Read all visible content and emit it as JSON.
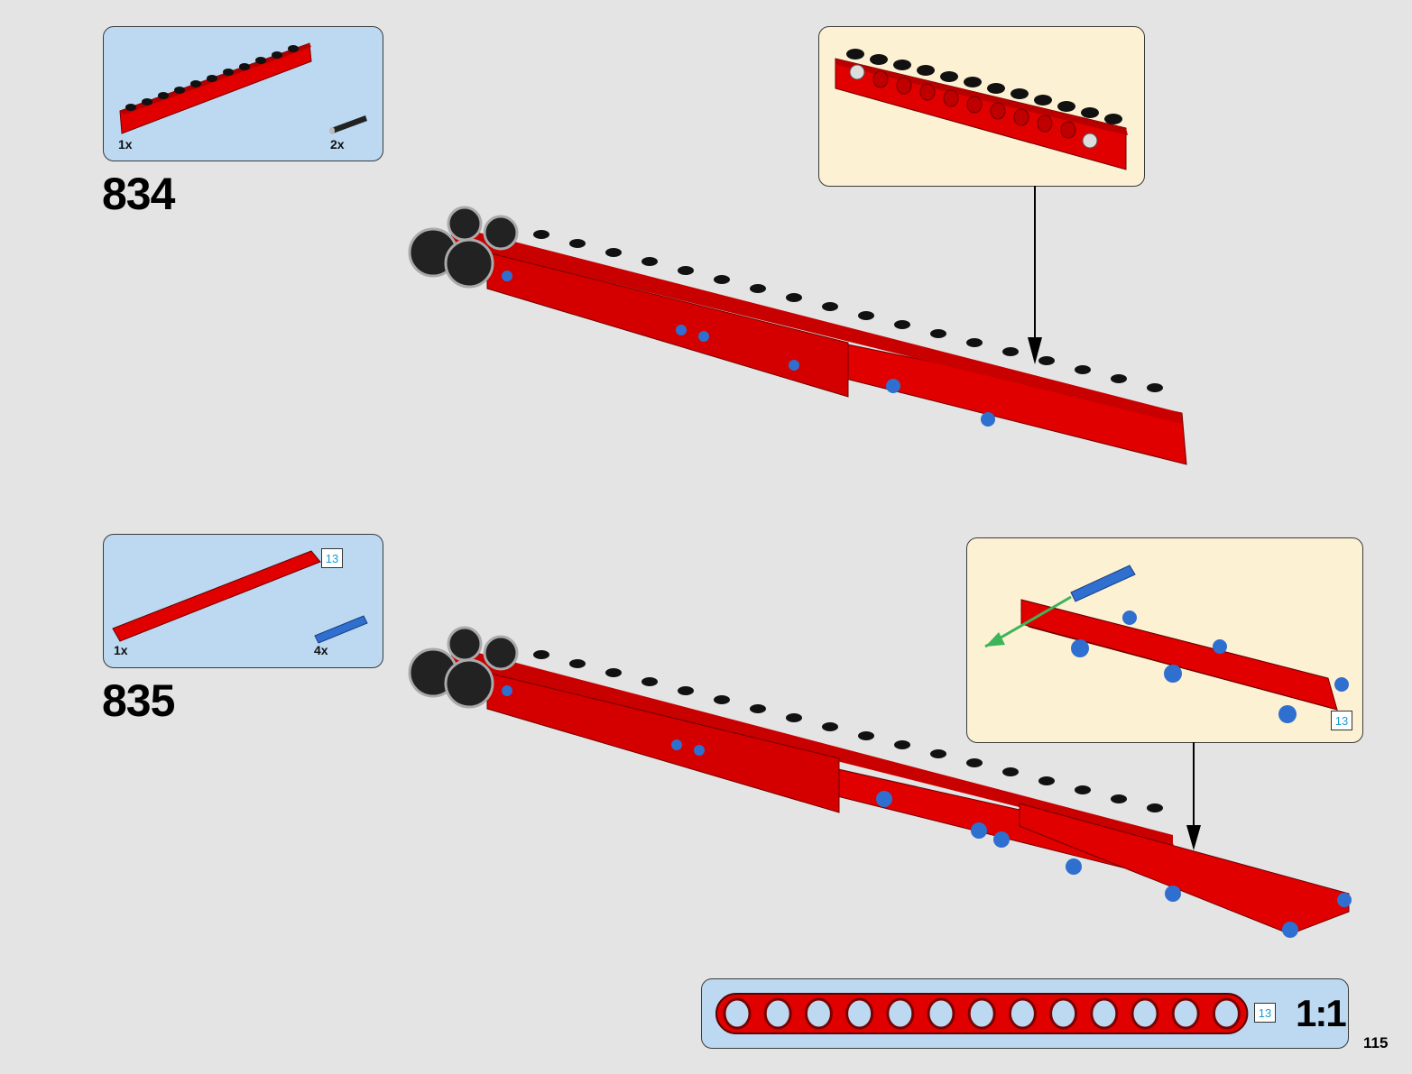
{
  "page": {
    "number": "115"
  },
  "steps": [
    {
      "number": "834",
      "parts": [
        {
          "name": "red-technic-brick-1x12",
          "quantity": "1x"
        },
        {
          "name": "black-friction-pin",
          "quantity": "2x"
        }
      ],
      "callout": {
        "description": "red-technic-brick-1x12-with-pins"
      }
    },
    {
      "number": "835",
      "parts": [
        {
          "name": "red-technic-beam-13",
          "quantity": "1x",
          "length_badge": "13"
        },
        {
          "name": "blue-axle-pin",
          "quantity": "4x"
        }
      ],
      "callout": {
        "description": "red-beam-13-with-blue-pins",
        "length_badge": "13"
      }
    }
  ],
  "scale_reference": {
    "length_badge": "13",
    "label": "1:1",
    "holes": 13
  },
  "colors": {
    "background": "#e4e4e4",
    "parts_box": "#bcd9f1",
    "callout": "#fdf1d4",
    "part_red": "#e00000",
    "part_blue": "#2f6fd0",
    "badge_text": "#1a9ad6",
    "arrow_green": "#3cb55a"
  }
}
